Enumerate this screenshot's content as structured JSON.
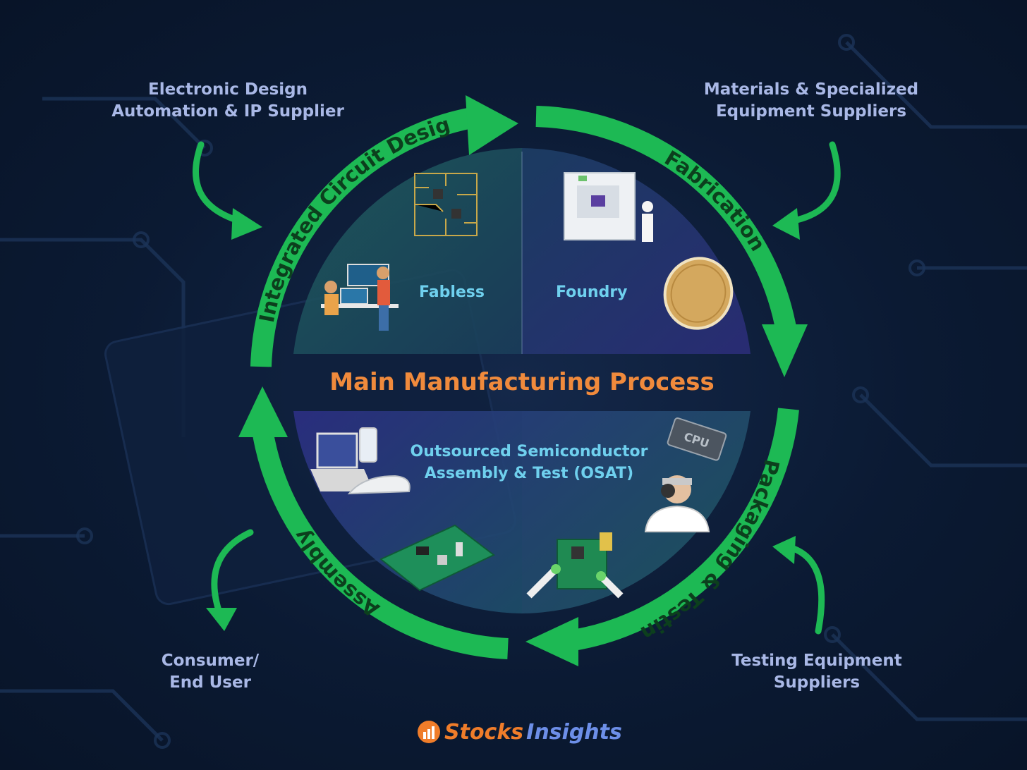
{
  "suppliers": {
    "eda": [
      "Electronic Design",
      "Automation & IP Supplier"
    ],
    "materials": [
      "Materials & Specialized",
      "Equipment Suppliers"
    ],
    "consumer": [
      "Consumer/",
      "End User"
    ],
    "testing": [
      "Testing Equipment",
      "Suppliers"
    ]
  },
  "cycle_stages": {
    "design": "Integrated Circuit Design",
    "fabrication": "Fabrication",
    "packaging": "Packaging & Testing",
    "assembly": "Assembly"
  },
  "center_title": "Main Manufacturing Process",
  "quadrants": {
    "fabless": "Fabless",
    "foundry": "Foundry",
    "osat": [
      "Outsourced Semiconductor",
      "Assembly & Test (OSAT)"
    ]
  },
  "chip_label": "CPU",
  "logo": {
    "word1": "Stocks",
    "word2": "Insights"
  },
  "colors": {
    "arrow": "#1db954",
    "title": "#f08a3c",
    "label": "#a9b8e6",
    "quadrant": "#6fd0ee",
    "background": "#0b1a33"
  }
}
